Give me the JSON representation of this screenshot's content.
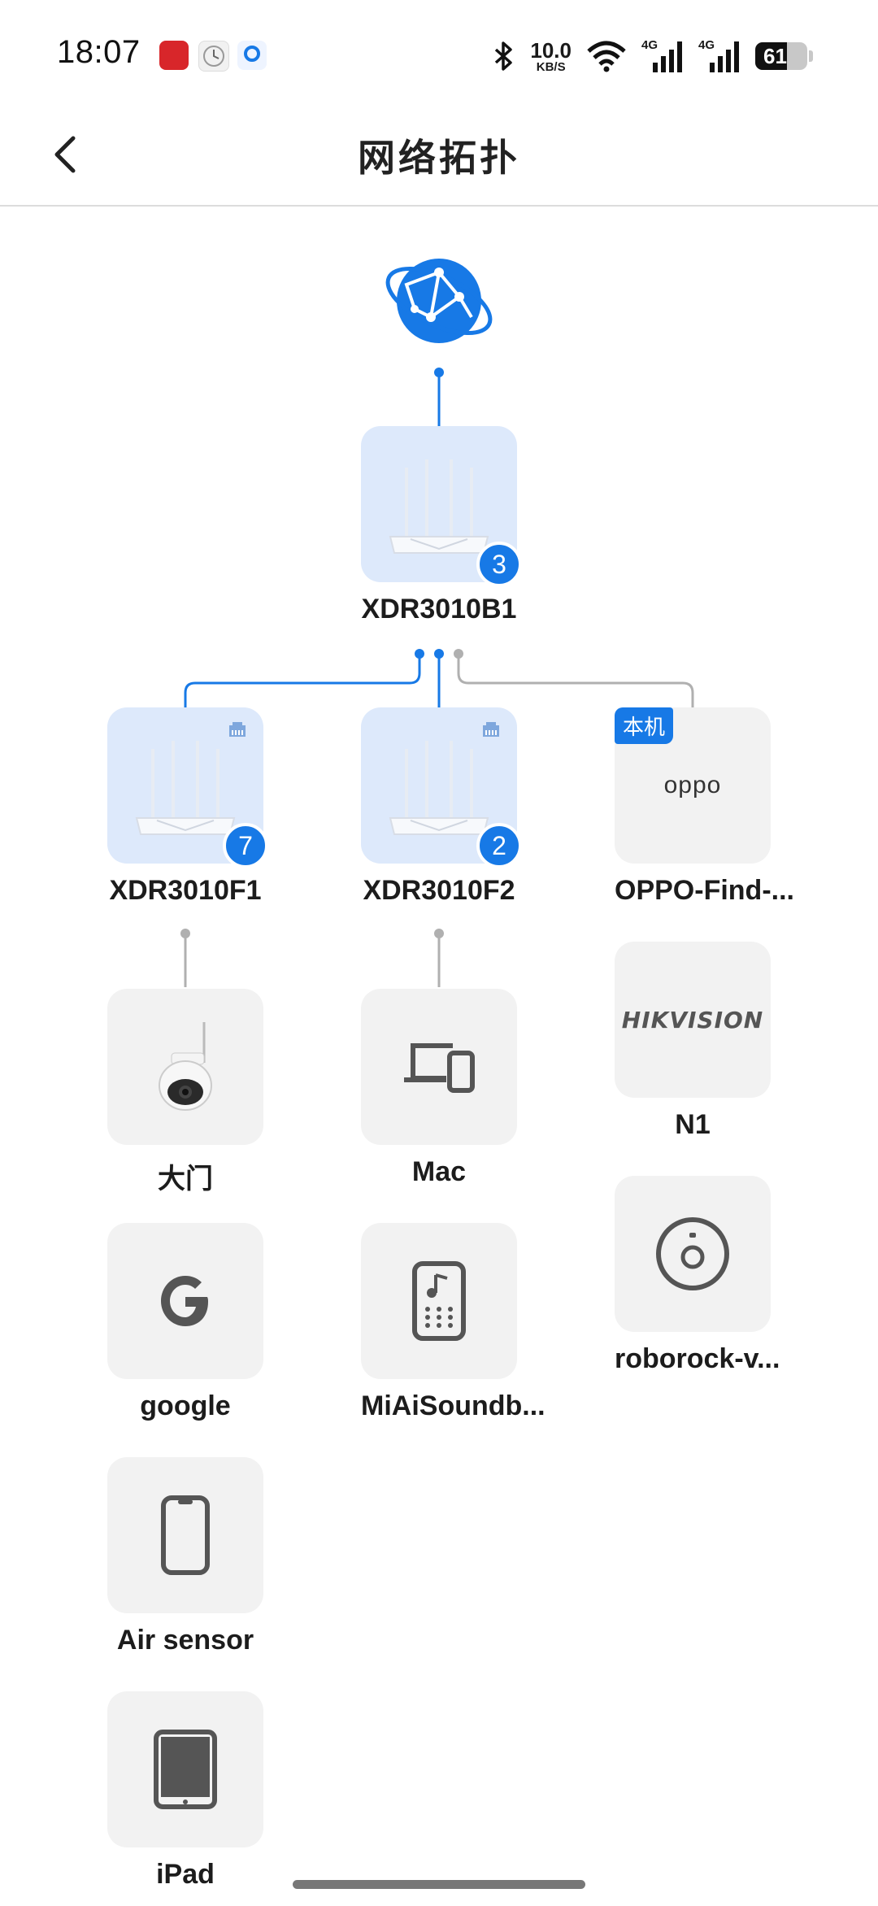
{
  "status_bar": {
    "time": "18:07",
    "net_speed_value": "10.0",
    "net_speed_unit": "KB/S",
    "signal1_label": "4G",
    "signal2_label": "4G",
    "battery": "61"
  },
  "header": {
    "title": "网络拓扑"
  },
  "topology": {
    "main_router": {
      "name": "XDR3010B1",
      "count": "3"
    },
    "children": [
      {
        "name": "XDR3010F1",
        "count": "7"
      },
      {
        "name": "XDR3010F2",
        "count": "2"
      },
      {
        "name": "OPPO-Find-...",
        "badge": "本机",
        "brand": "oppo"
      }
    ],
    "col1_devices": [
      {
        "name": "大门"
      },
      {
        "name": "google"
      },
      {
        "name": "Air sensor"
      },
      {
        "name": "iPad"
      }
    ],
    "col2_devices": [
      {
        "name": "Mac"
      },
      {
        "name": "MiAiSoundb..."
      }
    ],
    "col3_devices": [
      {
        "name": "N1",
        "brand": "HIKVISION"
      },
      {
        "name": "roborock-v..."
      }
    ]
  },
  "colors": {
    "accent": "#1779e6",
    "router_tile": "#dde9fb",
    "device_tile": "#f2f2f2",
    "wired_line": "#b0b0b0"
  }
}
